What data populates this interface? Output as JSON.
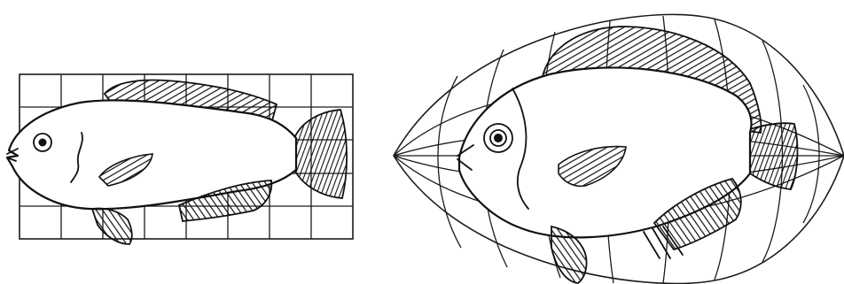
{
  "figure": {
    "panels": [
      {
        "id": "rectangular-grid-fish",
        "grid_type": "rectangular",
        "columns": 8,
        "rows": 5
      },
      {
        "id": "curvilinear-grid-fish",
        "grid_type": "curvilinear (lens-shaped)"
      }
    ],
    "colors": {
      "ink": "#111111",
      "background": "#ffffff"
    }
  }
}
